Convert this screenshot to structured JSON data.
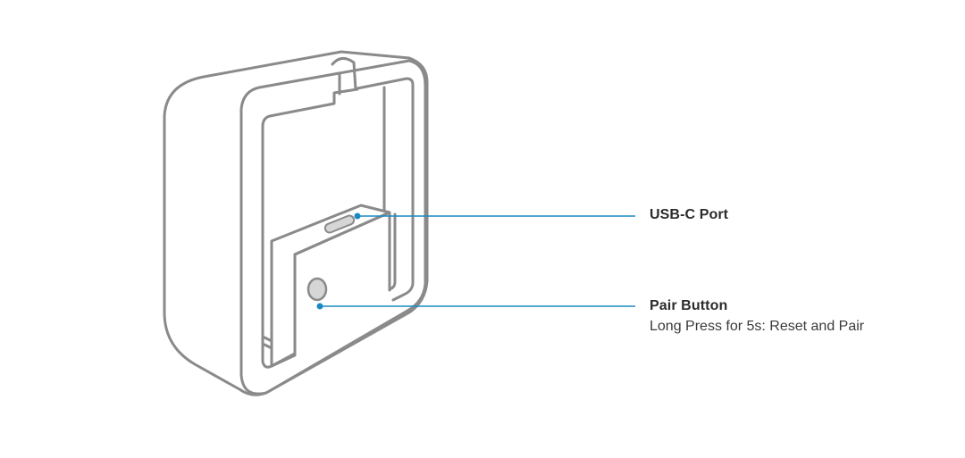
{
  "callouts": {
    "usb_c_port": {
      "title": "USB-C Port"
    },
    "pair_button": {
      "title": "Pair Button",
      "description": "Long Press for 5s: Reset and Pair"
    }
  },
  "colors": {
    "outline": "#8a8a8a",
    "callout_line": "#1b8ac4",
    "text": "#2b2b2b",
    "background": "#ffffff",
    "button_fill": "#d6d6d6"
  }
}
